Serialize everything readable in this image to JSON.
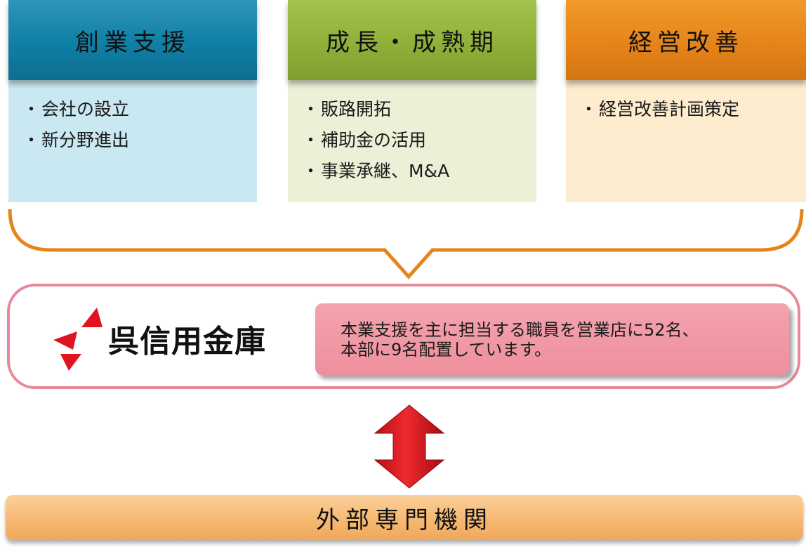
{
  "columns": [
    {
      "title": "創業支援",
      "items": [
        "会社の設立",
        "新分野進出"
      ],
      "header_color": "#0f7fa5",
      "body_color": "#c9e8f1"
    },
    {
      "title": "成長・成熟期",
      "items": [
        "販路開拓",
        "補助金の活用",
        "事業承継、M&A"
      ],
      "header_color": "#8fb039",
      "body_color": "#eaf1d6"
    },
    {
      "title": "経営改善",
      "items": [
        "経営改善計画策定"
      ],
      "header_color": "#e6841a",
      "body_color": "#fdeccd"
    }
  ],
  "bank": {
    "name": "呉信用金庫",
    "logo_icon": "kure-shinkin-logo-icon",
    "note_line1": "本業支援を主に担当する職員を営業店に52名、",
    "note_line2": "本部に9名配置しています。",
    "border_color": "#e58a98"
  },
  "connector": {
    "brace_color": "#e6841a",
    "arrow_icon": "double-arrow-vertical-icon",
    "arrow_color": "#d9141c"
  },
  "external": {
    "label": "外部専門機関",
    "color": "#f5b76f"
  }
}
